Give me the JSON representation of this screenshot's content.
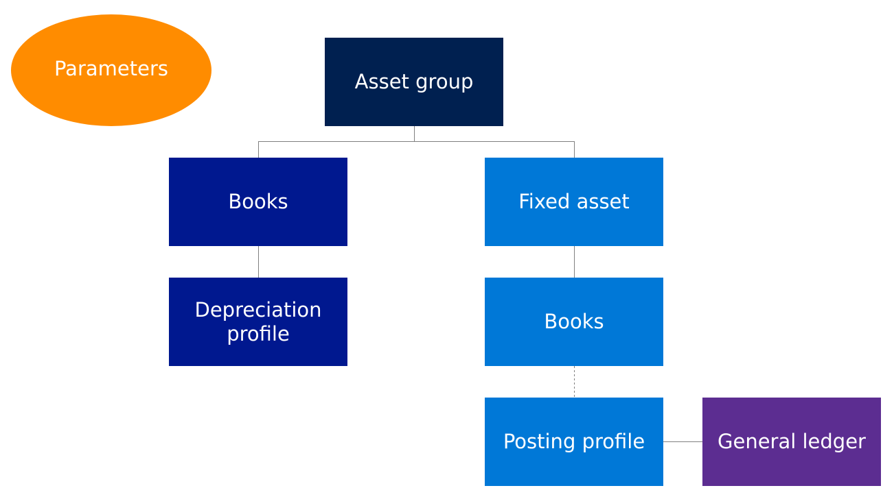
{
  "colors": {
    "parameters": "#FF8C00",
    "asset_group": "#002050",
    "books_dark": "#00188F",
    "light_blue": "#0078D7",
    "general_ledger": "#5C2D91",
    "connector": "#7F7F7F"
  },
  "nodes": {
    "parameters": "Parameters",
    "asset_group": "Asset group",
    "books_left": "Books",
    "depreciation_profile": "Depreciation\nprofile",
    "fixed_asset": "Fixed asset",
    "books_right": "Books",
    "posting_profile": "Posting profile",
    "general_ledger": "General ledger"
  }
}
